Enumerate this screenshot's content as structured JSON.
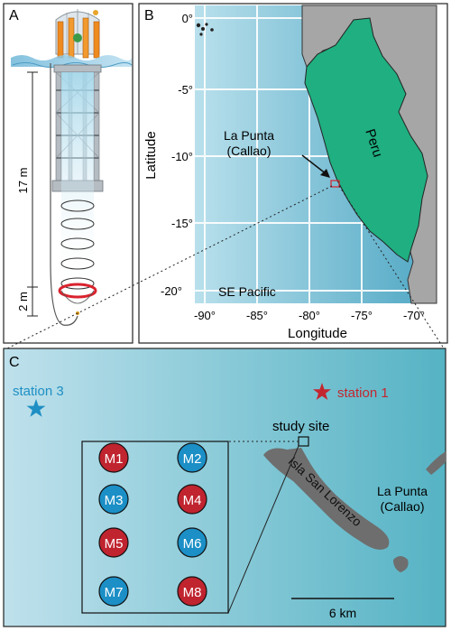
{
  "panel_a": {
    "letter": "A",
    "depth_total": "17 m",
    "depth_bottom": "2 m"
  },
  "panel_b": {
    "letter": "B",
    "country_label": "Peru",
    "location_line1": "La Punta",
    "location_line2": "(Callao)",
    "ocean_label": "SE Pacific",
    "ylabel": "Latitude",
    "xlabel": "Longitude",
    "lat_ticks": [
      "0°",
      "-5°",
      "-10°",
      "-15°",
      "-20°"
    ],
    "lon_ticks": [
      "-90°",
      "-85°",
      "-80°",
      "-75°",
      "-70°"
    ],
    "colors": {
      "peru": "#1faf80",
      "land": "#a6a6a6",
      "ocean": "#8fcbdd",
      "marker": "#d9232e"
    }
  },
  "panel_c": {
    "letter": "C",
    "station3": "station 3",
    "station1": "station 1",
    "study_site": "study site",
    "island": "Isla San Lorenzo",
    "town_line1": "La Punta",
    "town_line2": "(Callao)",
    "scale_label": "6 km",
    "mesocosms": [
      "M1",
      "M2",
      "M3",
      "M4",
      "M5",
      "M6",
      "M7",
      "M8"
    ],
    "colors": {
      "red": "#c0242f",
      "blue": "#1b8fc6",
      "station3": "#1e8fc4",
      "station1": "#c3262f"
    }
  }
}
